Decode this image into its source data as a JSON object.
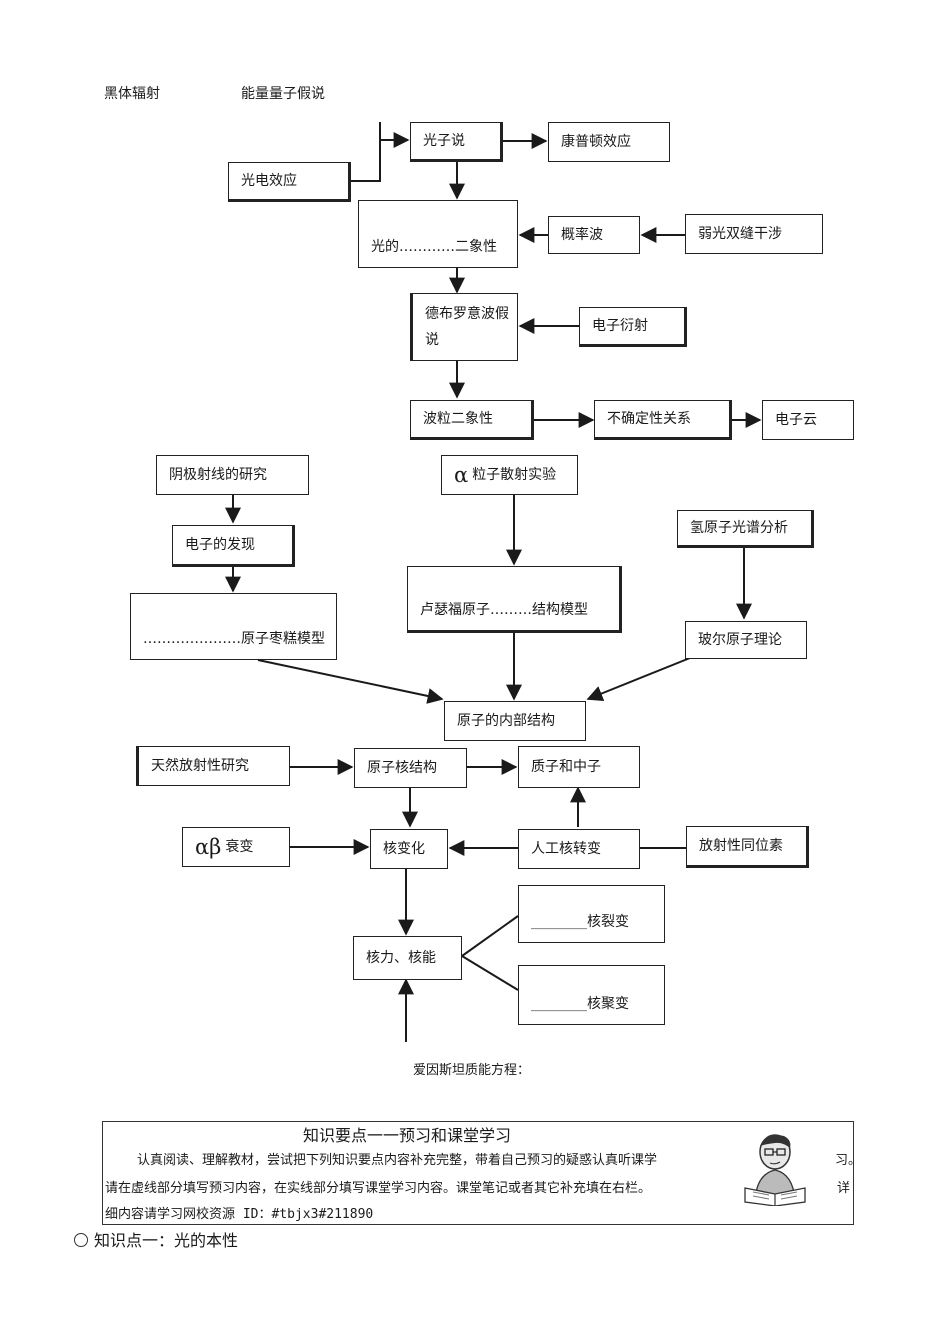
{
  "header": {
    "left_label": "黑体辐射",
    "right_label": "能量量子假说"
  },
  "nodes": {
    "photon_theory": "光子说",
    "compton": "康普顿效应",
    "photoelectric": "光电效应",
    "light_duality": "光的…………二象性",
    "probability_wave": "概率波",
    "weak_double_slit": "弱光双缝干涉",
    "de_broglie": "德布罗意波假说",
    "electron_diffraction": "电子衍射",
    "wave_particle": "波粒二象性",
    "uncertainty": "不确定性关系",
    "electron_cloud": "电子云",
    "cathode_ray": "阴极射线的研究",
    "alpha_symbol": "α",
    "alpha_scatter": "粒子散射实验",
    "hydrogen_spectrum": "氢原子光谱分析",
    "electron_discovery": "电子的发现",
    "plum_pudding": "…………………原子枣糕模型",
    "rutherford": "卢瑟福原子………结构模型",
    "bohr": "玻尔原子理论",
    "atom_structure": "原子的内部结构",
    "natural_radioactivity": "天然放射性研究",
    "nucleus_structure": "原子核结构",
    "proton_neutron": "质子和中子",
    "ab_symbols": "αβ",
    "ab_decay": "衰变",
    "nuclear_change": "核变化",
    "artificial_transmutation": "人工核转变",
    "radioisotope": "放射性同位素",
    "fission": "________核裂变",
    "fusion": "________核聚变",
    "nuclear_force": "核力、核能"
  },
  "einstein_caption": "爱因斯坦质能方程：",
  "panel": {
    "title": "知识要点一一预习和课堂学习",
    "line1": "认真阅读、理解教材，尝试把下列知识要点内容补充完整，带着自己预习的疑惑认真听课学",
    "line1_end": "习。",
    "line2": "请在虚线部分填写预习内容，在实线部分填写课堂学习内容。课堂笔记或者其它补充填在右栏。",
    "line2_end": "详",
    "line3": "细内容请学习网校资源 ID：#tbjx3#211890",
    "avatar_icon": "student-reading-icon"
  },
  "section_heading": "知识点一：光的本性",
  "colors": {
    "line": "#1a1a1a",
    "border": "#222222"
  }
}
